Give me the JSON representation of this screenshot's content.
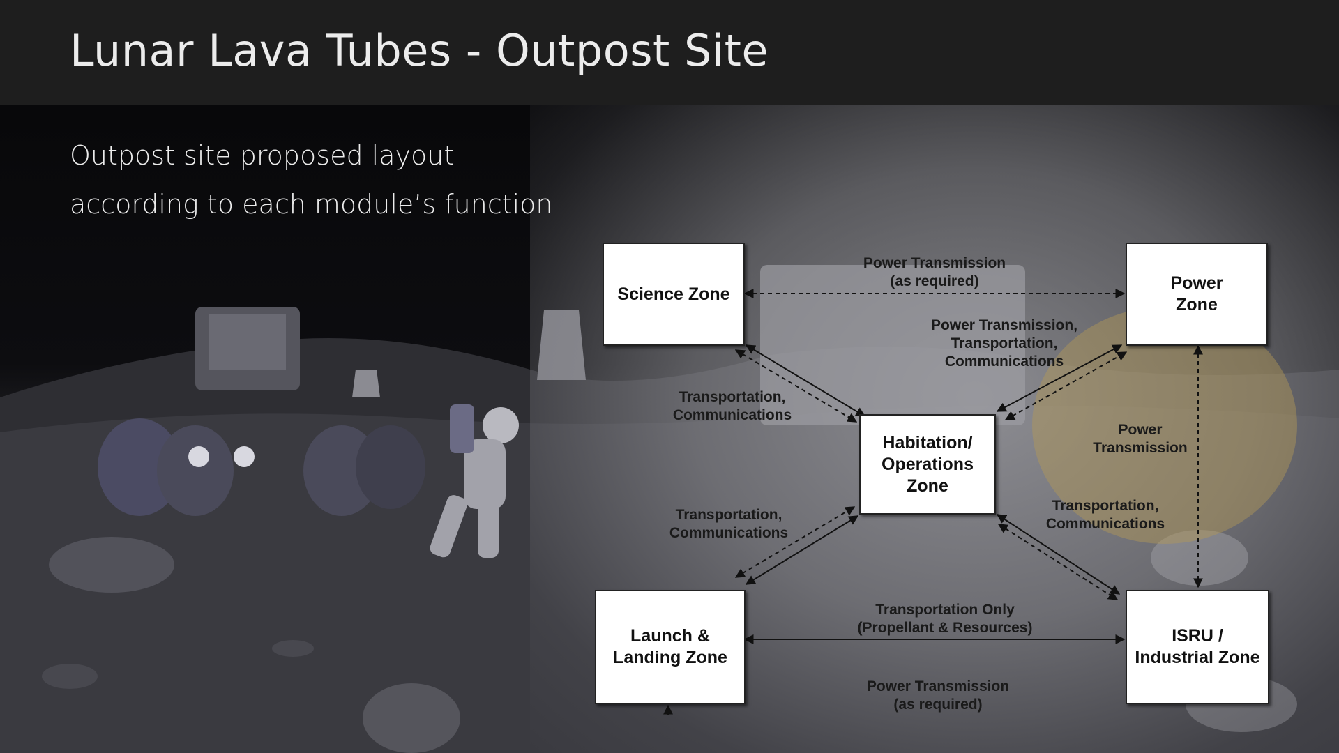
{
  "slide": {
    "title": "Lunar Lava Tubes - Outpost Site",
    "subtitle_line1": "Outpost site proposed layout",
    "subtitle_line2": "according to each module’s function"
  },
  "diagram": {
    "zones": {
      "science": "Science Zone",
      "power": "Power\nZone",
      "habitation": "Habitation/\nOperations\nZone",
      "launch": "Launch &\nLanding Zone",
      "isru": "ISRU /\nIndustrial Zone"
    },
    "links": {
      "science_power": "Power Transmission\n(as required)",
      "hab_power": "Power Transmission,\nTransportation,\nCommunications",
      "science_hab": "Transportation,\nCommunications",
      "power_isru": "Power\nTransmission",
      "launch_hab": "Transportation,\nCommunications",
      "hab_isru": "Transportation,\nCommunications",
      "launch_isru": "Transportation Only\n(Propellant & Resources)",
      "launch_bottom": "Power Transmission\n(as required)"
    }
  }
}
